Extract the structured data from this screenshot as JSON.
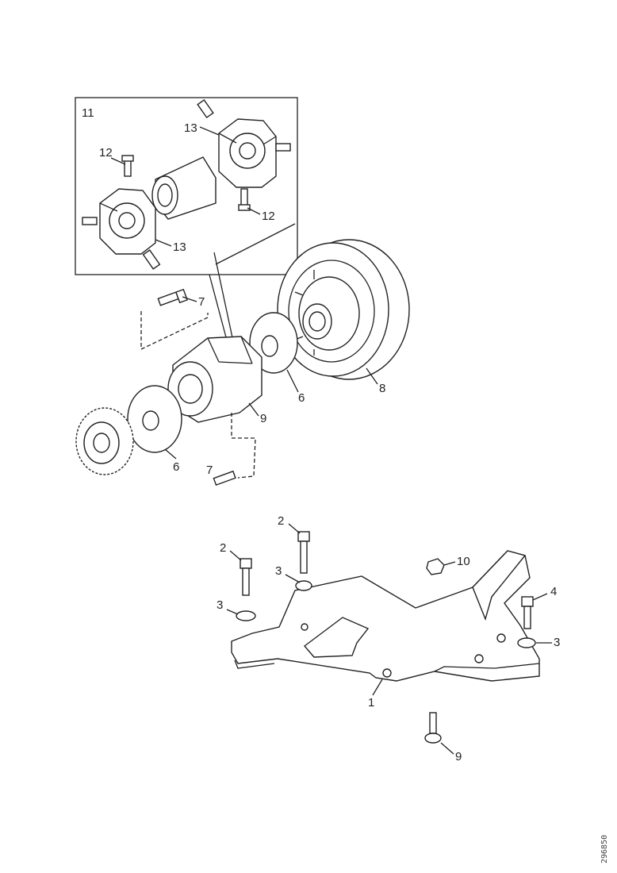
{
  "callouts": {
    "c1": "1",
    "c2a": "2",
    "c2b": "2",
    "c3a": "3",
    "c3b": "3",
    "c3c": "3",
    "c4": "4",
    "c6a": "6",
    "c6b": "6",
    "c7a": "7",
    "c7b": "7",
    "c8": "8",
    "c9a": "9",
    "c9b": "9",
    "c10": "10",
    "c11": "11",
    "c12a": "12",
    "c12b": "12",
    "c13a": "13",
    "c13b": "13"
  },
  "drawing_ref": "296850"
}
